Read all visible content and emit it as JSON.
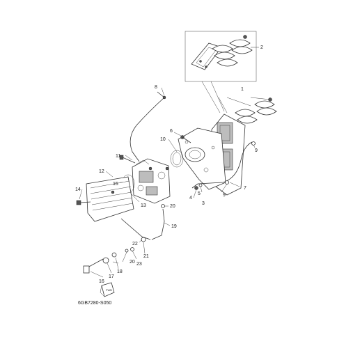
{
  "diagram_code": "6GB7280-S050",
  "fwd_label": "FWD",
  "callouts": [
    "1",
    "2",
    "3",
    "4",
    "5",
    "6",
    "7",
    "8",
    "9",
    "9",
    "10",
    "11",
    "12",
    "13",
    "14",
    "15",
    "16",
    "17",
    "18",
    "19",
    "20",
    "20",
    "21",
    "22",
    "23"
  ]
}
